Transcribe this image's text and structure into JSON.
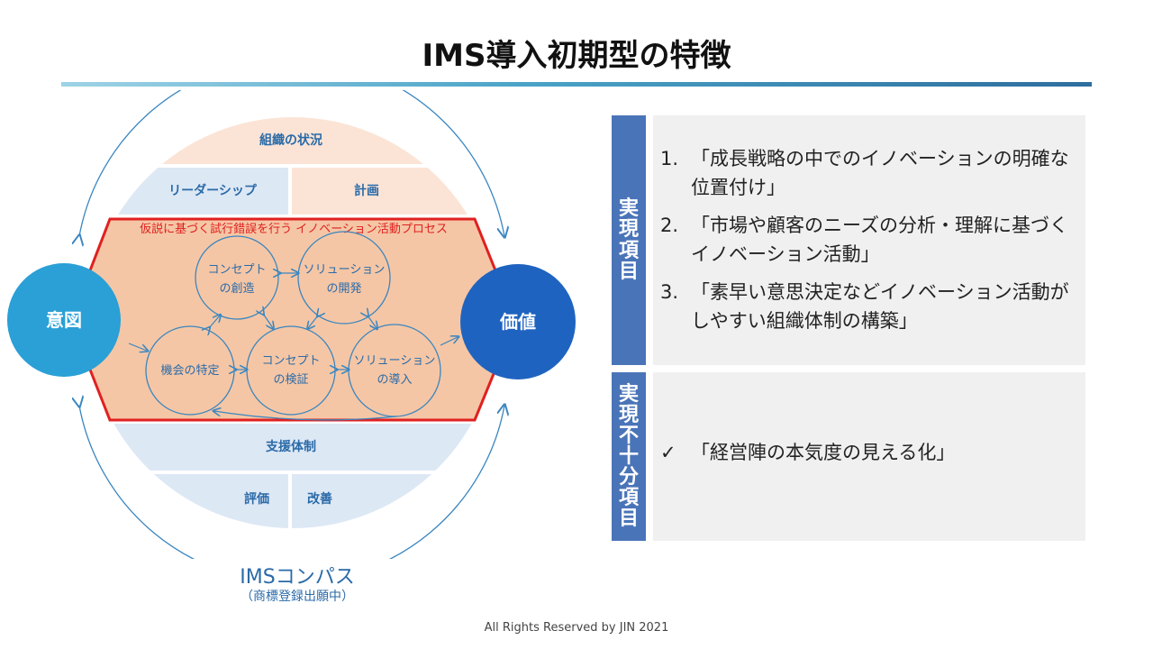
{
  "slide": {
    "title": "IMS導入初期型の特徴",
    "footer": "All Rights Reserved by JIN 2021"
  },
  "compass": {
    "title": "IMSコンパス",
    "subtitle": "（商標登録出願中）",
    "top_segment": "組織の状況",
    "leadership": "リーダーシップ",
    "plan": "計画",
    "process_label": "仮説に基づく試行錯誤を行う イノベーション活動プロセス",
    "support": "支援体制",
    "evaluation": "評価",
    "improvement": "改善",
    "intent": "意図",
    "value": "価値",
    "nodes": {
      "concept_creation": [
        "コンセプト",
        "の創造"
      ],
      "solution_development": [
        "ソリューション",
        "の開発"
      ],
      "opportunity_identification": [
        "機会の特定"
      ],
      "concept_verification": [
        "コンセプト",
        "の検証"
      ],
      "solution_introduction": [
        "ソリューション",
        "の導入"
      ]
    },
    "colors": {
      "intent_circle": "#2aa0d6",
      "value_circle": "#1f63c0",
      "process_fill": "#f5c6a5",
      "process_border": "#e02020",
      "peach_segment": "#fbe4d6",
      "blue_segment": "#dde8f5",
      "label_text": "#2a6aa8"
    }
  },
  "achieved": {
    "label": [
      "実",
      "現",
      "項",
      "目"
    ],
    "items": [
      {
        "num": "1.",
        "text": "「成長戦略の中でのイノベーションの明確な位置付け」"
      },
      {
        "num": "2.",
        "text": "「市場や顧客のニーズの分析・理解に基づくイノベーション活動」"
      },
      {
        "num": "3.",
        "text": "「素早い意思決定などイノベーション活動がしやすい組織体制の構築」"
      }
    ]
  },
  "not_achieved": {
    "label": [
      "実",
      "現",
      "不",
      "十",
      "分",
      "項",
      "目"
    ],
    "items": [
      {
        "mark": "✓",
        "text": "「経営陣の本気度の見える化」"
      }
    ]
  }
}
